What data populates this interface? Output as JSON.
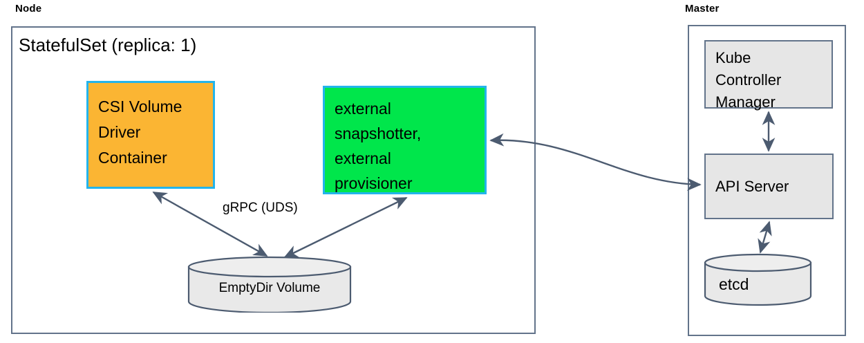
{
  "diagram": {
    "title_node": "Node",
    "title_master": "Master",
    "statefulset_title": "StatefulSet (replica: 1)",
    "edge_label_grpc": "gRPC (UDS)"
  },
  "node_group": {
    "label": "Node",
    "statefulset": {
      "title": "StatefulSet (replica: 1)",
      "containers": [
        {
          "id": "csi-volume-driver-container",
          "text": "CSI Volume\nDriver\nContainer",
          "fill": "#fbb533",
          "stroke": "#23b4ec"
        },
        {
          "id": "external-sidecars",
          "text": "external\nsnapshotter,\nexternal\nprovisioner",
          "fill": "#00e64b",
          "stroke": "#23b4ec"
        }
      ],
      "volume": {
        "id": "emptydir-volume",
        "label": "EmptyDir Volume",
        "fill": "#e6e6e6",
        "stroke": "#4c5b70"
      }
    }
  },
  "master_group": {
    "label": "Master",
    "components": [
      {
        "id": "kube-controller-manager",
        "text": "Kube\nController\nManager",
        "fill": "#e6e6e6",
        "stroke": "#62738a"
      },
      {
        "id": "api-server",
        "text": "API Server",
        "fill": "#e6e6e6",
        "stroke": "#62738a"
      }
    ],
    "datastore": {
      "id": "etcd",
      "label": "etcd",
      "fill": "#e6e6e6",
      "stroke": "#4c5b70"
    }
  },
  "connections": [
    {
      "id": "driver-to-volume",
      "from": "csi-volume-driver-container",
      "to": "emptydir-volume",
      "label": "gRPC (UDS)",
      "arrow": "both"
    },
    {
      "id": "sidecars-to-volume",
      "from": "external-sidecars",
      "to": "emptydir-volume",
      "label": "",
      "arrow": "both"
    },
    {
      "id": "sidecars-to-api-server",
      "from": "external-sidecars",
      "to": "api-server",
      "label": "",
      "arrow": "both"
    },
    {
      "id": "kcm-to-api-server",
      "from": "kube-controller-manager",
      "to": "api-server",
      "label": "",
      "arrow": "both"
    },
    {
      "id": "api-server-to-etcd",
      "from": "api-server",
      "to": "etcd",
      "label": "",
      "arrow": "both"
    }
  ],
  "colors": {
    "box_border": "#62738a",
    "wire": "#4c5b70",
    "cyan_border": "#23b4ec",
    "orange_fill": "#fbb533",
    "green_fill": "#00e64b",
    "grey_fill": "#e6e6e6",
    "background": "#ffffff"
  }
}
